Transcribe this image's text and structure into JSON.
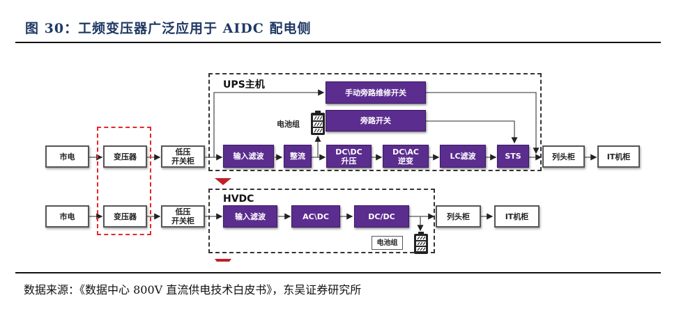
{
  "header": {
    "title": "图 30：工频变压器广泛应用于 AIDC 配电侧"
  },
  "diagram": {
    "ups_row": {
      "grid": "市电",
      "transformer": "变压器",
      "lv_switchgear": "低压\n开关柜",
      "group_label": "UPS主机",
      "input_filter": "输入滤波",
      "rectifier": "整流",
      "dcdc_boost": "DC\\DC\n升压",
      "dcac_inverter": "DC\\AC\n逆变",
      "lc_filter": "LC滤波",
      "sts": "STS",
      "manual_bypass": "手动旁路维修开关",
      "bypass_switch": "旁路开关",
      "battery_label": "电池组",
      "column_cabinet": "列头柜",
      "it_cabinet": "IT机柜"
    },
    "hvdc_row": {
      "grid": "市电",
      "transformer": "变压器",
      "lv_switchgear": "低压\n开关柜",
      "group_label": "HVDC",
      "input_filter": "输入滤波",
      "acdc": "AC\\DC",
      "dcdc": "DC/DC",
      "battery_label": "电池组",
      "column_cabinet": "列头柜",
      "it_cabinet": "IT机柜"
    },
    "colors": {
      "module_fill": "#5b2d8e",
      "highlight_dash": "#e8262b",
      "marker_triangle": "#c0202a",
      "title_color": "#1f3864"
    }
  },
  "footer": {
    "source": "数据来源：《数据中心 800V 直流供电技术白皮书》，东吴证券研究所"
  }
}
